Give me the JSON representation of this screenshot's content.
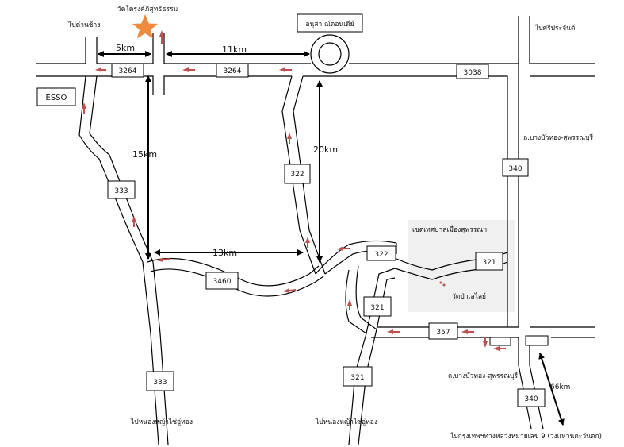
{
  "places": {
    "temple_top": "วัดโดรงค์ภิสุทธิธรรม",
    "monument": "อนุสา ณ์ดอนเดีย์",
    "to_dan_chang": "ไปด่านช้าง",
    "to_si_prachan": "ไปศรีประจันต์",
    "esso": "ESSO",
    "bang_bua_thong_1": "ถ.บางบัวทอง-สุพรรณบุรี",
    "bang_bua_thong_2": "ถ.บางบัวทอง-สุพรรณบุรี",
    "municipal_area": "เขตเทศบาลเมืองสุพรรณฯ",
    "wat_pa_lelai": "วัดป่าเลไลย์",
    "to_nong_ya_sai_1": "ไปหนองหญ้าไซ่อู่ทอง",
    "to_nong_ya_sai_2": "ไปหนองหญ้าไซ่อู่ทอง",
    "to_bangkok": "ไปกรุงเทพฯทางหลวงหมายเลข 9 (วงแหวนตะวันตก)"
  },
  "roads": {
    "r3264_a": "3264",
    "r3264_b": "3264",
    "r3038": "3038",
    "r340_a": "340",
    "r340_b": "340",
    "r322_a": "322",
    "r322_b": "322",
    "r333_a": "333",
    "r333_b": "333",
    "r3460": "3460",
    "r321_a": "321",
    "r321_b": "321",
    "r321_c": "321",
    "r357": "357"
  },
  "distances": {
    "d5": "5km",
    "d11": "11km",
    "d15": "15km",
    "d20": "20km",
    "d13": "13km",
    "d66": "66km"
  },
  "colors": {
    "arrow": "#c0504d",
    "star": "#f08a3c",
    "zone": "#f0f0f0"
  }
}
